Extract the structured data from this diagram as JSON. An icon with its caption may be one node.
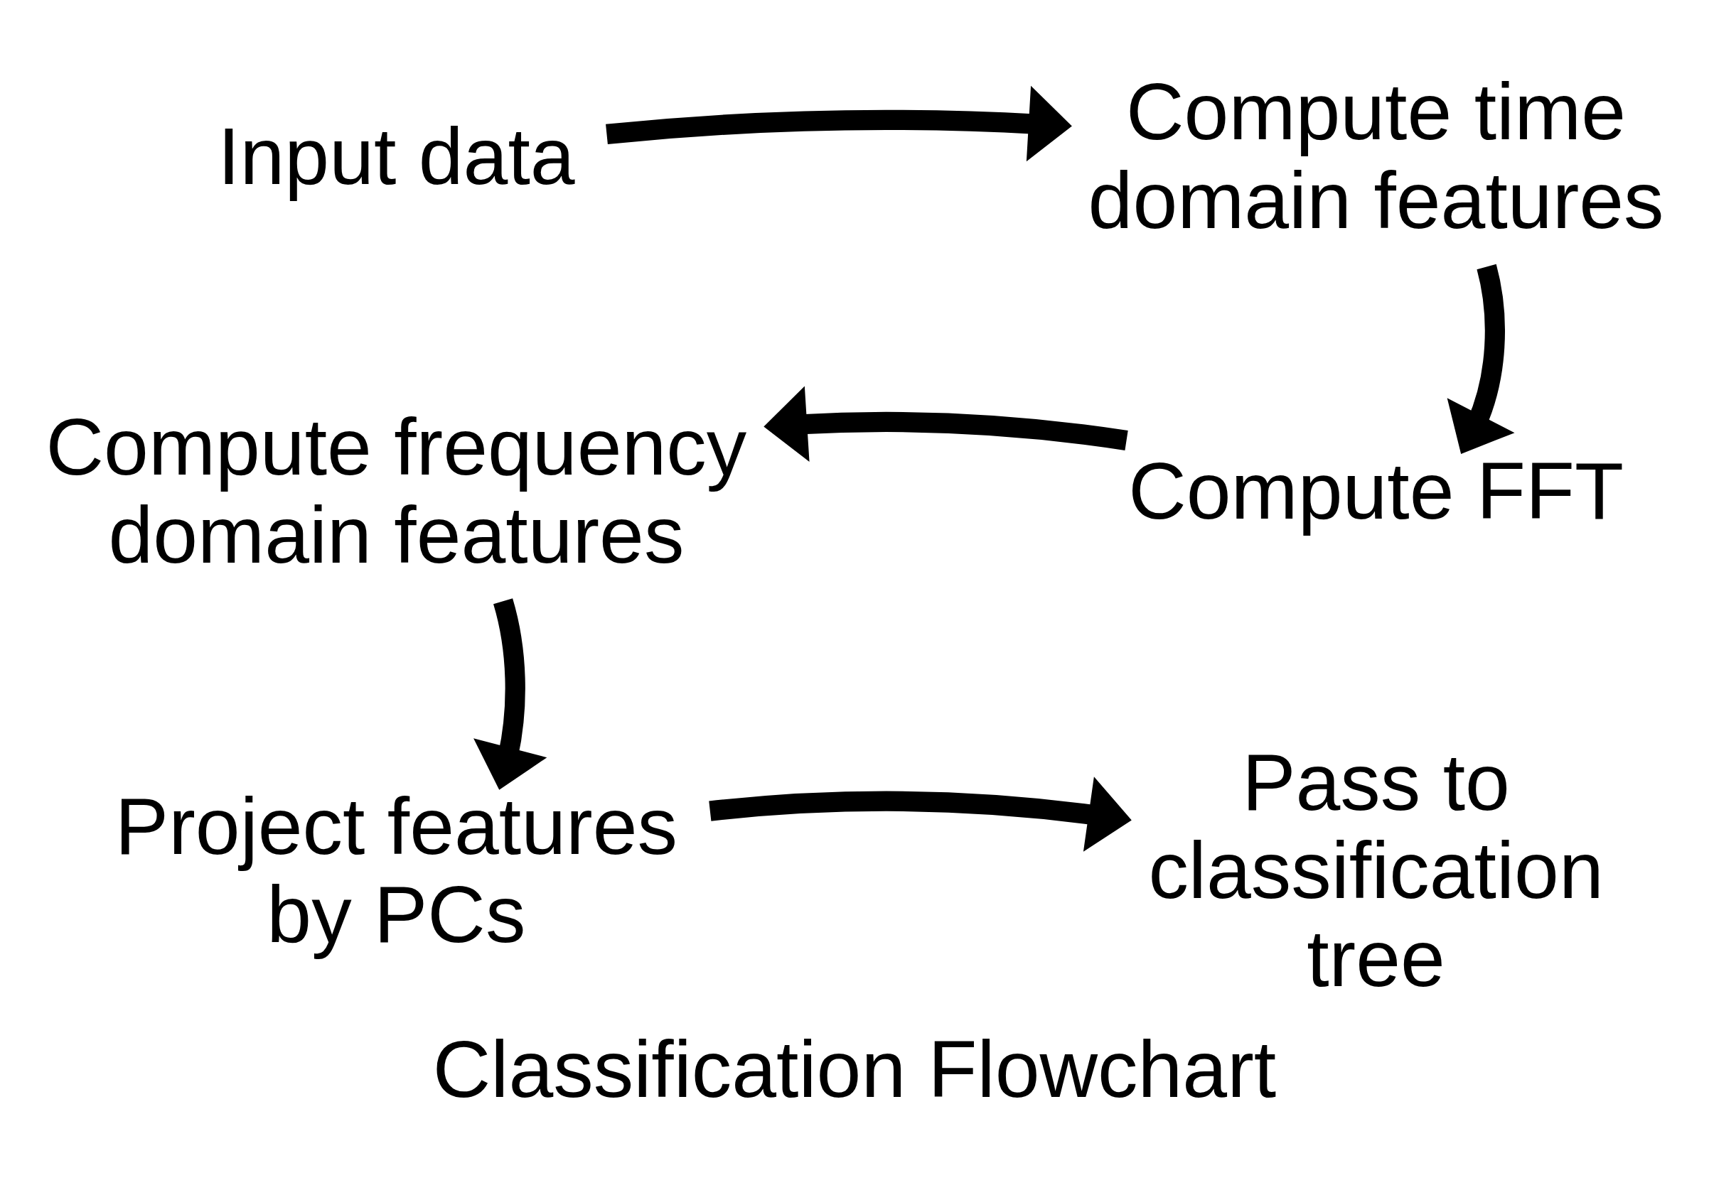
{
  "diagram": {
    "caption": "Classification Flowchart",
    "nodes": [
      {
        "text": [
          "Input data"
        ]
      },
      {
        "text": [
          "Compute time domain features"
        ]
      },
      {
        "text": [
          "Compute FFT"
        ]
      },
      {
        "text": [
          "Compute frequency domain features"
        ]
      },
      {
        "text": [
          "Project features by PCs"
        ]
      },
      {
        "text": [
          "Pass to classification tree"
        ]
      }
    ],
    "edges": [
      {
        "from": 0,
        "to": 1,
        "arrow": "to"
      },
      {
        "from": 1,
        "to": 2,
        "arrow": "to"
      },
      {
        "from": 2,
        "to": 3,
        "arrow": "to"
      },
      {
        "from": 3,
        "to": 4,
        "arrow": "to"
      },
      {
        "from": 4,
        "to": 5,
        "arrow": "to"
      }
    ]
  }
}
